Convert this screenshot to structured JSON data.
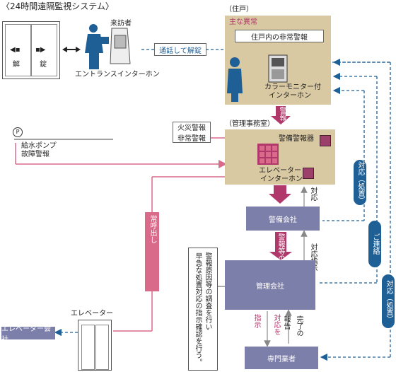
{
  "title": "〈24時間遠隔監視システム〉",
  "residence_label": "（住戸）",
  "main_issues_label": "主な異常",
  "residence_alarm_label": "住戸内の非常警報",
  "visitor_label": "来訪者",
  "door": {
    "open_label": "解",
    "lock_label": "錠"
  },
  "entrance_intercom_label": "エントランスインターホン",
  "call_unlock_label": "通話して解錠",
  "color_monitor_label": [
    "カラーモニター付",
    "インターホン"
  ],
  "alarm_arrow_label": "警報",
  "office_label": "（管理事務室）",
  "fire_alarm_label": [
    "火災警報",
    "非常警報"
  ],
  "security_alarm_label": "警備警報器",
  "elevator_intercom_label": [
    "エレベーター",
    "インターホン"
  ],
  "pump_alarm_label": [
    "給水ポンプ",
    "故障警報"
  ],
  "security_company_label": "警備会社",
  "response_label": "対応",
  "response_handling_label": "対応（処置）",
  "contact_label": "ご連絡",
  "alarm_contact_label": "警報等の連絡",
  "response_instruction_label": "対応指示",
  "management_company_label": "管理会社",
  "note_label": [
    "警報原因等の調査を行い",
    "早急な処置対応の指示確認を行う。"
  ],
  "instruction_label": "指示",
  "respond_label": "対応を",
  "report_label": "報告",
  "completion_label": "完了の",
  "specialist_label": "専門業者",
  "elevator_label": "エレベーター",
  "elevator_company_label": "エレベーター会社",
  "intercom_alarm_call_label": "インターホンによる異常呼出し",
  "response_handling_label_2": "対応（処置）",
  "colors": {
    "beige": "#d9c9a2",
    "purple": "#7d7fab",
    "magenta": "#b0386a",
    "blue": "#1e5f96",
    "pink_line": "#d96a8a"
  }
}
